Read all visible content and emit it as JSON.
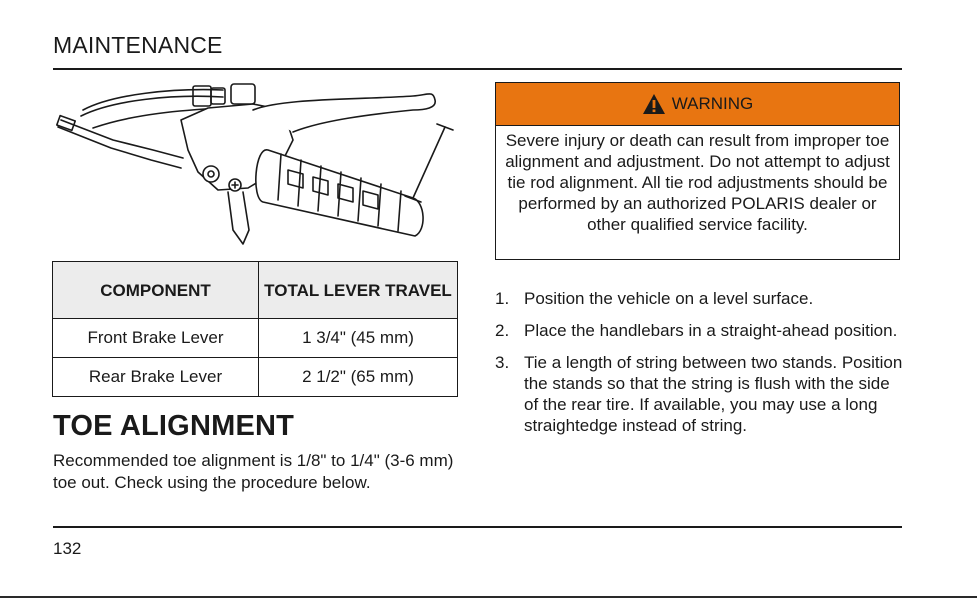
{
  "header": {
    "title": "MAINTENANCE"
  },
  "table": {
    "headers": [
      "COMPONENT",
      "TOTAL LEVER TRAVEL"
    ],
    "rows": [
      [
        "Front Brake Lever",
        "1 3/4\" (45 mm)"
      ],
      [
        "Rear Brake Lever",
        "2 1/2\" (65 mm)"
      ]
    ]
  },
  "section": {
    "heading": "TOE ALIGNMENT",
    "body": "Recommended toe alignment is 1/8\" to 1/4\" (3-6 mm) toe out. Check using the procedure below."
  },
  "warning": {
    "title": "WARNING",
    "body": "Severe injury or death can result from improper toe alignment and adjustment. Do not attempt to adjust tie rod alignment. All tie rod adjustments should be performed by an authorized POLARIS dealer or other qualified service facility.",
    "accent_color": "#e87511"
  },
  "steps": [
    {
      "num": "1.",
      "text": "Position the vehicle on a level surface."
    },
    {
      "num": "2.",
      "text": "Place the handlebars in a straight-ahead position."
    },
    {
      "num": "3.",
      "text": "Tie a length of string between two stands. Position the stands so that the string is flush with the side of the rear tire. If available, you may use a long straightedge instead of string."
    }
  ],
  "footer": {
    "page_number": "132"
  }
}
